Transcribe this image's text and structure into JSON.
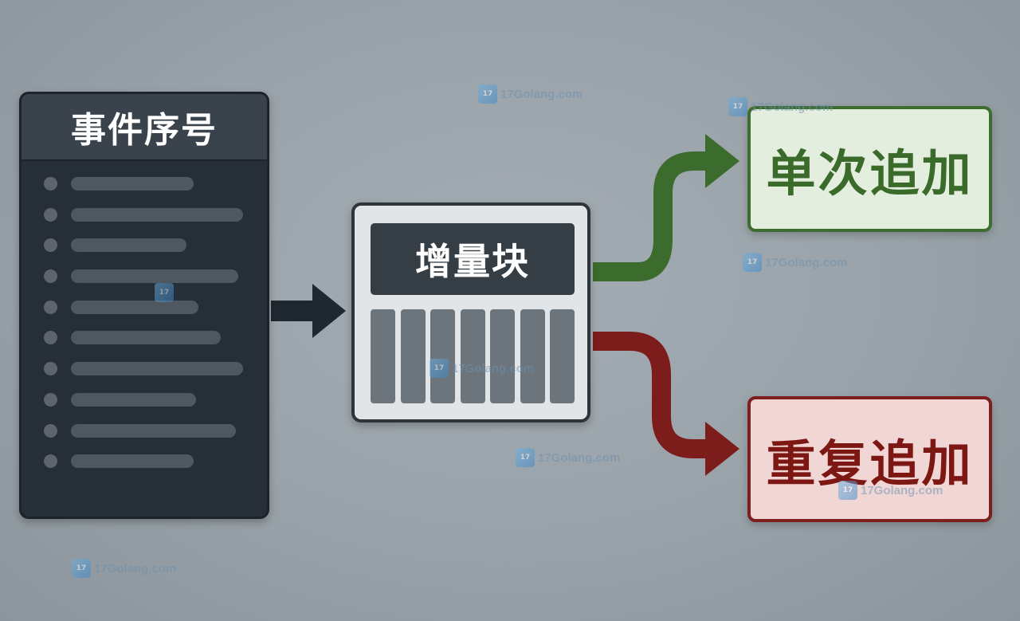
{
  "sequence_panel": {
    "title": "事件序号",
    "rows": [
      0.5,
      0.7,
      0.47,
      0.68,
      0.52,
      0.61,
      0.7,
      0.51,
      0.67,
      0.5
    ]
  },
  "increment_block": {
    "title": "增量块",
    "columns": 7
  },
  "outcomes": {
    "single_append": "单次追加",
    "repeat_append": "重复追加"
  },
  "colors": {
    "dark_arrow": "#1f282f",
    "green_arrow": "#3b6b2d",
    "red_arrow": "#7c1c1b"
  },
  "watermark": "17Golang.com"
}
